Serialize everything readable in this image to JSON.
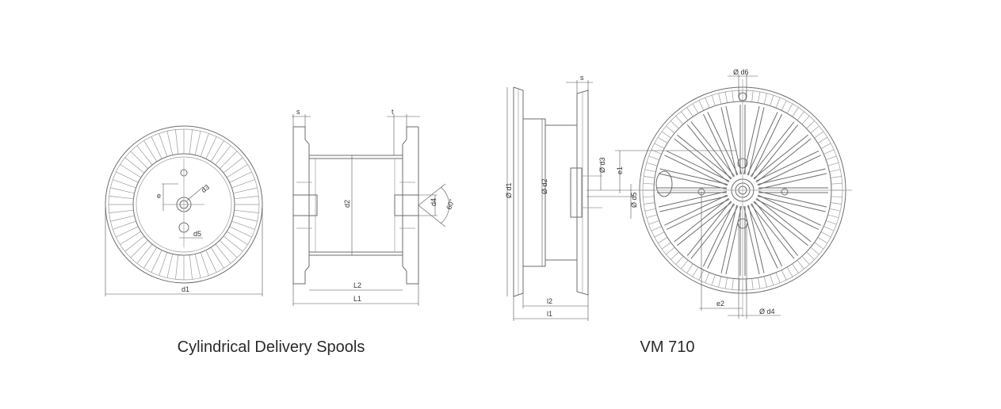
{
  "captions": {
    "left": "Cylindrical Delivery Spools",
    "right": "VM 710"
  },
  "left_front_labels": {
    "e": "e",
    "d3": "d3",
    "d5": "d5",
    "d1": "d1"
  },
  "left_side_labels": {
    "s": "s",
    "t": "t",
    "d2": "d2",
    "d4": "d4",
    "angle": "60°",
    "L2": "L2",
    "L1": "L1"
  },
  "right_side_labels": {
    "s": "s",
    "d1": "Ø d1",
    "d2": "Ø d2",
    "d3": "Ø d3",
    "d5": "Ø d5",
    "e1": "e1",
    "l2": "l2",
    "l1": "l1"
  },
  "right_front_labels": {
    "d6": "Ø d6",
    "d4": "Ø d4",
    "e2": "e2"
  },
  "colors": {
    "line": "#6e6e6e",
    "text": "#2a2a2a"
  }
}
